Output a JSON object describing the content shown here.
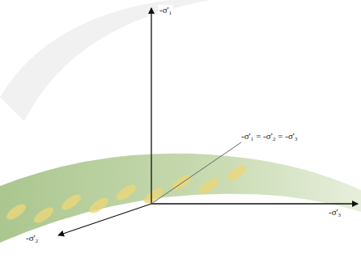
{
  "diagram": {
    "labels": [
      "-σ'₁",
      "-σ'₁ = -σ'₂ = -σ'₃",
      "-σ'₃",
      "-σ'₂"
    ]
  }
}
